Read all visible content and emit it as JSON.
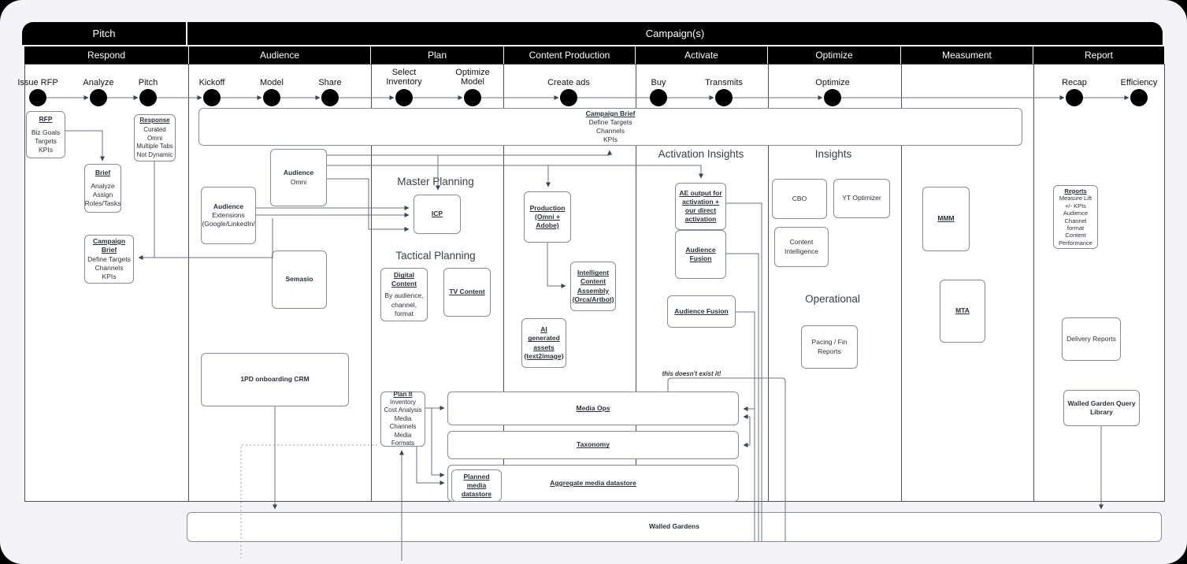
{
  "page": {
    "title_pitch": "Pitch",
    "title_campaigns": "Campaign(s)"
  },
  "lanes": [
    {
      "label": "Respond"
    },
    {
      "label": "Audience"
    },
    {
      "label": "Plan"
    },
    {
      "label": "Content Production"
    },
    {
      "label": "Activate"
    },
    {
      "label": "Optimize"
    },
    {
      "label": "Measument"
    },
    {
      "label": "Report"
    }
  ],
  "milestones": [
    {
      "label": "Issue RFP"
    },
    {
      "label": "Analyze"
    },
    {
      "label": "Pitch"
    },
    {
      "label": "Kickoff"
    },
    {
      "label": "Model"
    },
    {
      "label": "Share"
    },
    {
      "label": "Select Inventory"
    },
    {
      "label": "Optimize Model"
    },
    {
      "label": "Create ads"
    },
    {
      "label": "Buy"
    },
    {
      "label": "Transmits"
    },
    {
      "label": "Optimize"
    },
    {
      "label": "Recap"
    },
    {
      "label": "Efficiency"
    }
  ],
  "headings": {
    "master_planning": "Master Planning",
    "tactical_planning": "Tactical Planning",
    "activation_insights": "Activation Insights",
    "insights": "Insights",
    "operational": "Operational",
    "doesnt_exist": "this doesn't exist it!"
  },
  "boxes": {
    "rfp": {
      "title": "RFP",
      "lines": [
        "Biz Goals",
        "Targets",
        "KPIs"
      ]
    },
    "response": {
      "title": "Response",
      "lines": [
        "Curated",
        "Omni",
        "Multiple Tabs",
        "Not Dynamic"
      ]
    },
    "brief": {
      "title": "Brief",
      "lines": [
        "Analyze",
        "Assign",
        "Roles/Tasks"
      ]
    },
    "campaign_brief_small": {
      "title": "Campaign Brief",
      "lines": [
        "Define Targets",
        "Channels",
        "KPIs"
      ]
    },
    "campaign_brief_wide": {
      "title": "Campaign Brief",
      "lines": [
        "Define Targets",
        "Channels",
        "KPIs"
      ]
    },
    "audience_omni": {
      "title": "Audience",
      "lines": [
        "Omni"
      ]
    },
    "audience_extensions": {
      "title": "Audience",
      "lines": [
        "Extensions",
        "(Google/LinkedIn/"
      ]
    },
    "semasio": {
      "title": "Semasio"
    },
    "pd_crm": {
      "title": "1PD onboarding CRM"
    },
    "icp": {
      "title": "ICP"
    },
    "digital_content": {
      "title": "Digital Content",
      "lines": [
        "By audience,",
        "channel,",
        "format"
      ]
    },
    "tv_content": {
      "title": "TV Content"
    },
    "plan_it": {
      "title": "Plan It",
      "lines": [
        "Inventory",
        "Cost Analysis",
        "Media Channels",
        "Media Formats"
      ]
    },
    "production": {
      "title": "Production",
      "title2": "(Omni + Adobe)"
    },
    "ica": {
      "title": "Intelligent Content Assembly (Orca/Artbot)"
    },
    "ai_assets": {
      "title": "AI generated assets (text2image)"
    },
    "ae_output": {
      "title": "AE output for activation + our direct activation"
    },
    "audience_fusion_1": {
      "title": "Audience Fusion"
    },
    "audience_fusion_2": {
      "title": "Audience Fusion"
    },
    "cbo": {
      "title": "CBO"
    },
    "yt_optimizer": {
      "title": "YT Optimizer"
    },
    "content_intelligence": {
      "title": "Content Intelligence"
    },
    "pacing_fin": {
      "title": "Pacing / Fin  Reports"
    },
    "mmm": {
      "title": "MMM"
    },
    "mta": {
      "title": "MTA"
    },
    "reports": {
      "title": "Reports",
      "lines": [
        "Measure Lift",
        "+/- KPIs",
        "",
        "Audience",
        "Channel format",
        "Content",
        "Performance"
      ]
    },
    "delivery_reports": {
      "title": "Delivery Reports"
    },
    "wg_query_library": {
      "title": "Walled Garden Query Library"
    },
    "media_ops": {
      "title": "Media Ops"
    },
    "taxonomy": {
      "title": "Taxonomy"
    },
    "aggregate_datastore": {
      "title": "Aggregate media datastore"
    },
    "planned_datastore": {
      "title": "Planned media datastore"
    },
    "walled_gardens": {
      "title": "Walled Gardens"
    }
  },
  "colors": {
    "header_bar": "#000000",
    "card_bg": "#f4f4f6",
    "lane_bg": "#ffffff",
    "box_border": "#878d96",
    "connector": "#6b7280"
  }
}
